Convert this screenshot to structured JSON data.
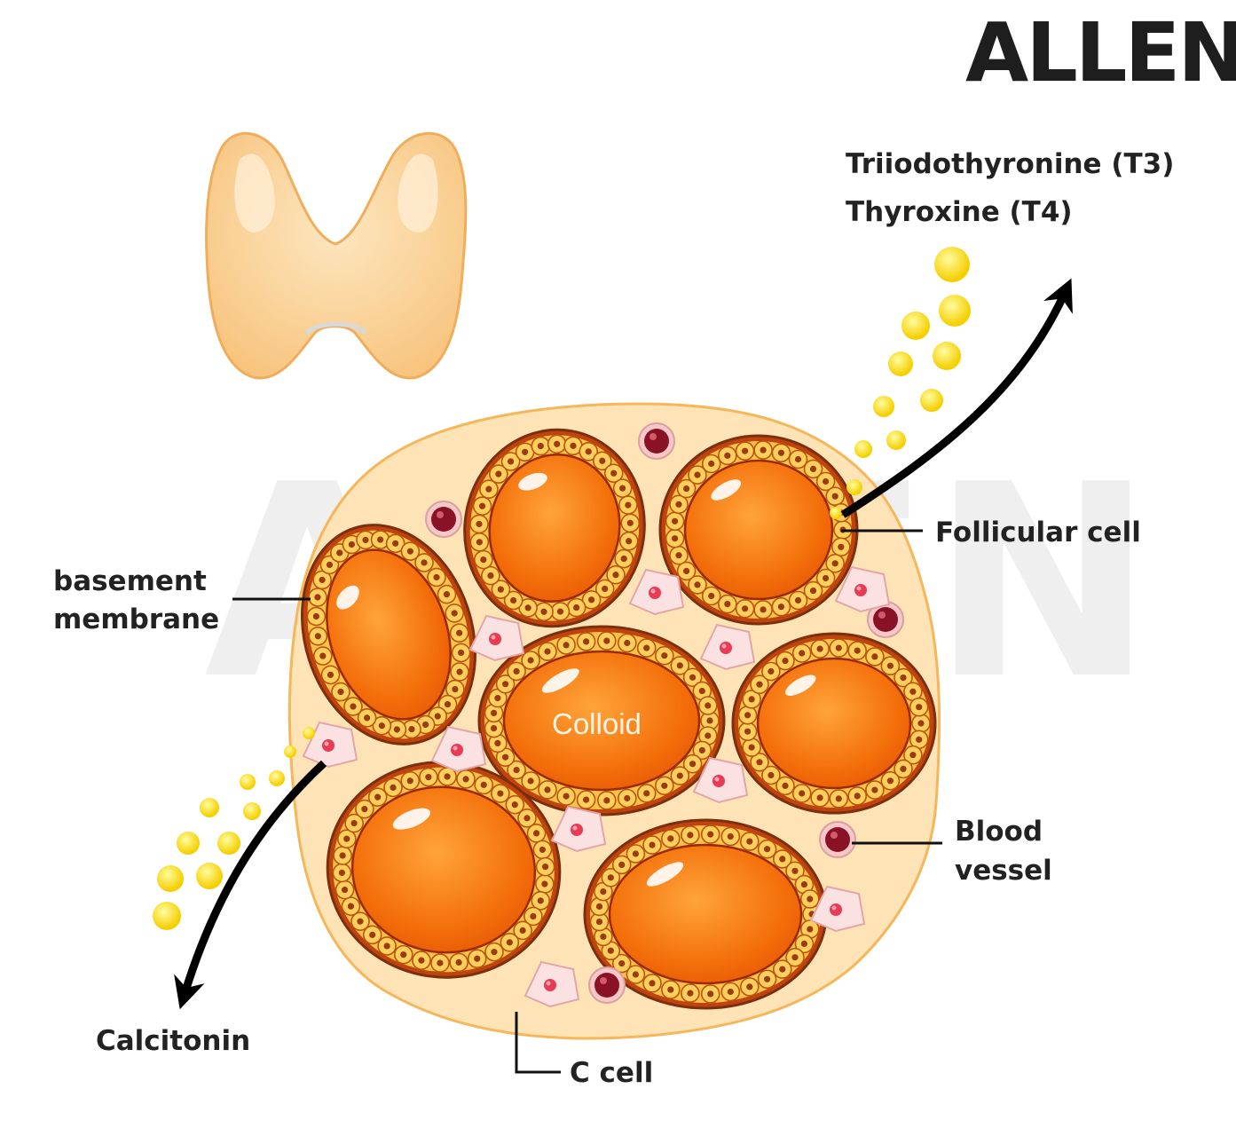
{
  "brand": {
    "logo_text": "ALLEN"
  },
  "labels": {
    "hormone_t3": "Triiodothyronine (T3)",
    "hormone_t4": "Thyroxine (T4)",
    "follicular_cell": "Follicular cell",
    "basement_membrane_line1": "basement",
    "basement_membrane_line2": "membrane",
    "colloid": "Colloid",
    "blood_vessel_line1": "Blood",
    "blood_vessel_line2": "vessel",
    "calcitonin": "Calcitonin",
    "c_cell": "C cell"
  },
  "colors": {
    "colloid": "#f77a0c",
    "follicle_ring": "#ffc349",
    "follicle_outline": "#7a2f0e",
    "stroma": "#fce3b4",
    "blood_vessel": "#8a1226",
    "c_cell": "#fbe1e1",
    "hormone_dot": "#ffe400",
    "gland": "#fcd39a",
    "arrow": "#000000"
  }
}
